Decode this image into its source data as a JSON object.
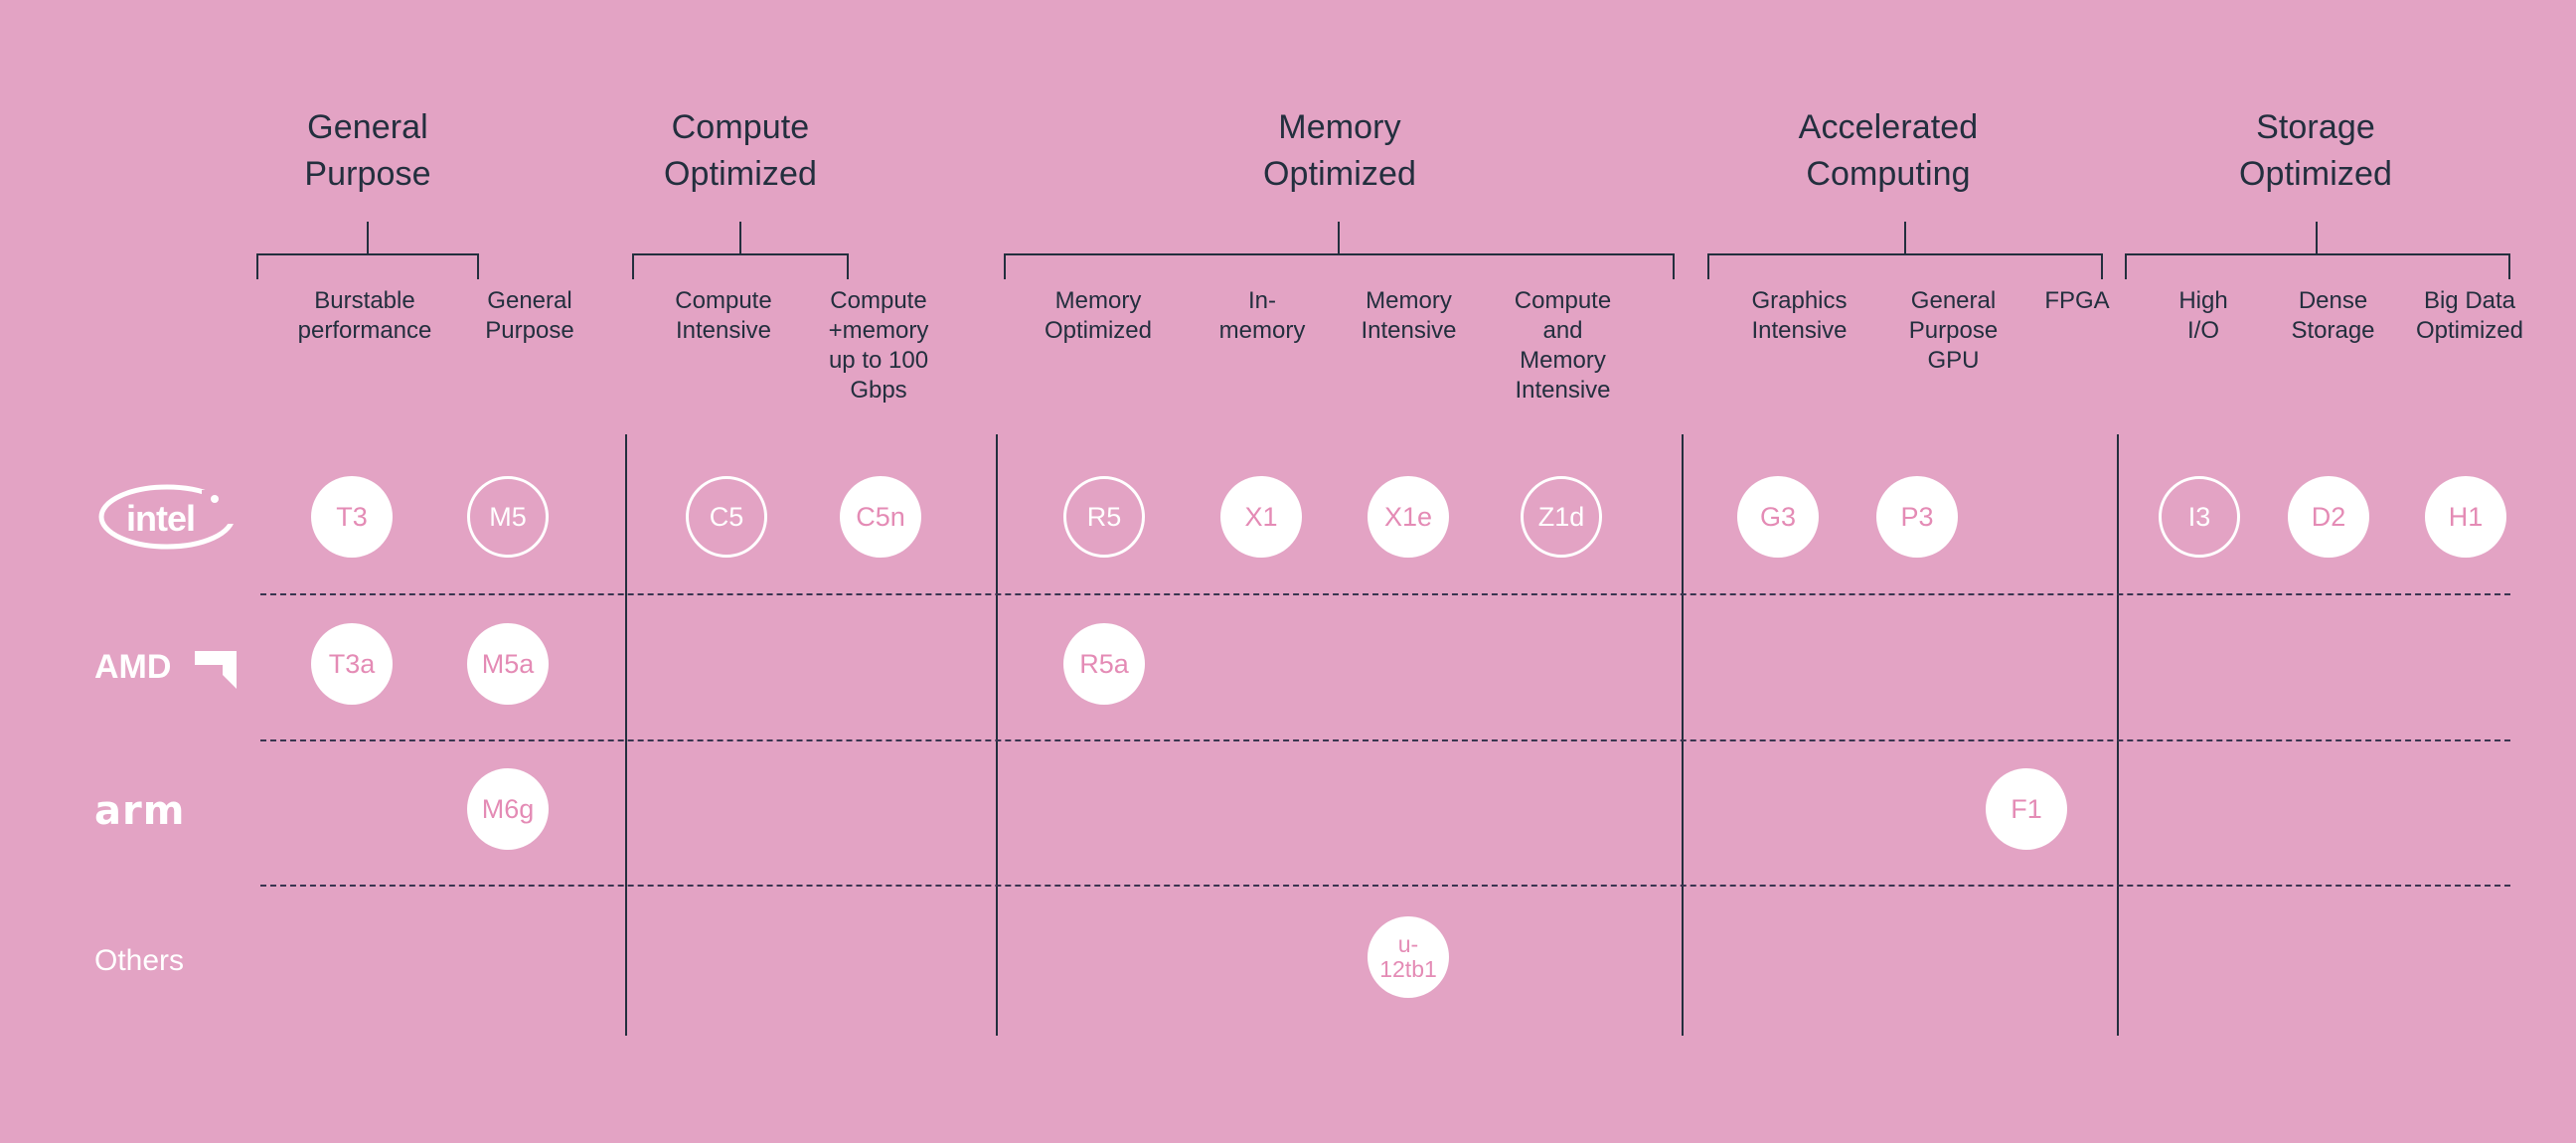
{
  "theme": {
    "background": "#e3a3c4",
    "ink": "#232f3e",
    "white": "#ffffff",
    "chip_text_pink": "#e48bb5",
    "dash": "#3a3550"
  },
  "groups": [
    {
      "id": "general-purpose",
      "title": "General\nPurpose",
      "subcategories": [
        {
          "label": "Burstable\nperformance"
        },
        {
          "label": "General\nPurpose"
        }
      ]
    },
    {
      "id": "compute-optimized",
      "title": "Compute\nOptimized",
      "subcategories": [
        {
          "label": "Compute\nIntensive"
        },
        {
          "label": "Compute\n+memory\nup to 100\nGbps"
        }
      ]
    },
    {
      "id": "memory-optimized",
      "title": "Memory\nOptimized",
      "subcategories": [
        {
          "label": "Memory\nOptimized"
        },
        {
          "label": "In-\nmemory"
        },
        {
          "label": "Memory\nIntensive"
        },
        {
          "label": "Compute\nand\nMemory\nIntensive"
        }
      ]
    },
    {
      "id": "accelerated-computing",
      "title": "Accelerated\nComputing",
      "subcategories": [
        {
          "label": "Graphics\nIntensive"
        },
        {
          "label": "General\nPurpose\nGPU"
        },
        {
          "label": "FPGA"
        }
      ]
    },
    {
      "id": "storage-optimized",
      "title": "Storage\nOptimized",
      "subcategories": [
        {
          "label": "High\nI/O"
        },
        {
          "label": "Dense\nStorage"
        },
        {
          "label": "Big Data\nOptimized"
        }
      ]
    }
  ],
  "rows": [
    {
      "id": "intel",
      "vendor_label": "intel",
      "vendor_kind": "logo"
    },
    {
      "id": "amd",
      "vendor_label": "AMD",
      "vendor_kind": "logo"
    },
    {
      "id": "arm",
      "vendor_label": "arm",
      "vendor_kind": "logo"
    },
    {
      "id": "others",
      "vendor_label": "Others",
      "vendor_kind": "text"
    }
  ],
  "chips": [
    {
      "row": "intel",
      "label": "T3",
      "style": "filled"
    },
    {
      "row": "intel",
      "label": "M5",
      "style": "outline"
    },
    {
      "row": "intel",
      "label": "C5",
      "style": "outline"
    },
    {
      "row": "intel",
      "label": "C5n",
      "style": "filled"
    },
    {
      "row": "intel",
      "label": "R5",
      "style": "outline"
    },
    {
      "row": "intel",
      "label": "X1",
      "style": "filled"
    },
    {
      "row": "intel",
      "label": "X1e",
      "style": "filled"
    },
    {
      "row": "intel",
      "label": "Z1d",
      "style": "outline"
    },
    {
      "row": "intel",
      "label": "G3",
      "style": "filled"
    },
    {
      "row": "intel",
      "label": "P3",
      "style": "filled"
    },
    {
      "row": "intel",
      "label": "I3",
      "style": "outline"
    },
    {
      "row": "intel",
      "label": "D2",
      "style": "filled"
    },
    {
      "row": "intel",
      "label": "H1",
      "style": "filled"
    },
    {
      "row": "amd",
      "label": "T3a",
      "style": "filled"
    },
    {
      "row": "amd",
      "label": "M5a",
      "style": "filled"
    },
    {
      "row": "amd",
      "label": "R5a",
      "style": "filled"
    },
    {
      "row": "arm",
      "label": "M6g",
      "style": "filled"
    },
    {
      "row": "arm",
      "label": "F1",
      "style": "filled"
    },
    {
      "row": "others",
      "label": "u-\n12tb1",
      "style": "filled"
    }
  ]
}
